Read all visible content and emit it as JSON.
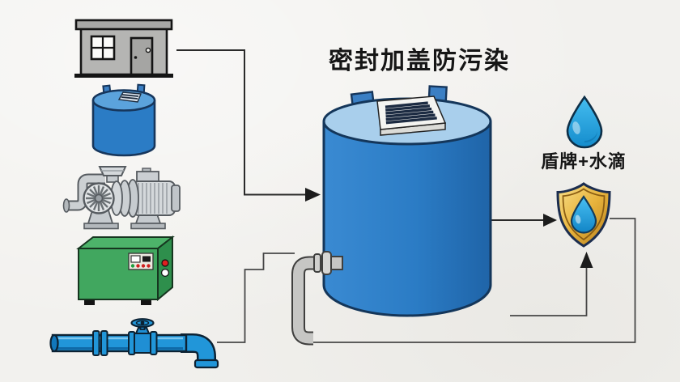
{
  "title": "密封加盖防污染",
  "shield": {
    "label": "盾牌+水滴"
  },
  "colors": {
    "bg": "#f2f1ee",
    "line": "#2a2a2a",
    "tank_blue": "#2b7cc5",
    "tank_lid": "#a9cfec",
    "pipe_blue": "#2196d9",
    "drop_blue": "#29abe2",
    "box_green": "#41a75f",
    "shield_gold": "#e7b33c",
    "house_gray": "#b5b5b3",
    "pump_silver": "#ccd0d3",
    "drain_gray": "#c6c6c4"
  },
  "icons": [
    "house-icon",
    "small-water-tank-icon",
    "water-pump-icon",
    "control-box-icon",
    "pipe-valve-icon",
    "main-tank-icon",
    "drain-pipe-icon",
    "water-drop-icon",
    "shield-icon",
    "flow-arrow"
  ]
}
